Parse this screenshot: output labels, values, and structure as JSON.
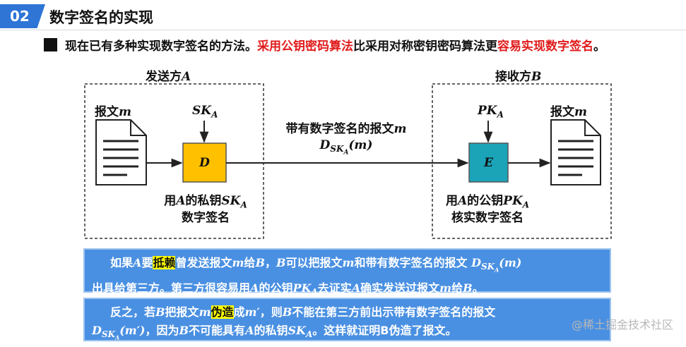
{
  "header": {
    "number": "02",
    "title": "数字签名的实现"
  },
  "intro": {
    "part1": "现在已有多种实现数字签名的方法。",
    "part2_red": "采用公钥密码算法",
    "part3": "比采用对称密钥密码算法更",
    "part4_red": "容易实现数字签名",
    "part5": "。"
  },
  "sender": {
    "title": "发送方",
    "title_var": "A",
    "doc_label": "报文",
    "doc_var": "m",
    "key_label": "SK",
    "key_sub": "A",
    "box_letter": "D",
    "caption1_a": "用",
    "caption1_var": "A",
    "caption1_b": "的私钥",
    "caption1_key": "SK",
    "caption1_sub": "A",
    "caption2": "数字签名"
  },
  "channel": {
    "label": "带有数字签名的报文",
    "label_var": "m",
    "formula_main": "D",
    "formula_sub": "SK",
    "formula_subsub": "A",
    "formula_arg": "(m)"
  },
  "receiver": {
    "title": "接收方",
    "title_var": "B",
    "doc_label": "报文",
    "doc_var": "m",
    "key_label": "PK",
    "key_sub": "A",
    "box_letter": "E",
    "caption1_a": "用",
    "caption1_var": "A",
    "caption1_b": "的公钥",
    "caption1_key": "PK",
    "caption1_sub": "A",
    "caption2": "核实数字签名"
  },
  "note1": {
    "t1": "如果",
    "v1": "A",
    "t2": "要",
    "hl": "抵赖",
    "t3": "曾发送报文",
    "v2": "m",
    "t4": "给",
    "v3": "B",
    "t5": "，",
    "v4": "B",
    "t6": "可以把报文",
    "v5": "m",
    "t7": "和带有数字签名的报文",
    "f_main": "D",
    "f_sub": "SK",
    "f_subsub": "A",
    "f_arg": "(m)",
    "t8": "出具给第三方。第三方很容易用",
    "v6": "A",
    "t9": "的公钥",
    "k1": "PK",
    "k1_sub": "A",
    "t10": "去证实",
    "v7": "A",
    "t11": "确实发送过报文",
    "v8": "m",
    "t12": "给",
    "v9": "B",
    "t13": "。"
  },
  "note2": {
    "t1": "反之，若",
    "v1": "B",
    "t2": "把报文",
    "v2": "m",
    "hl": "伪造",
    "t3": "成",
    "v3": "m′",
    "t4": "，则",
    "v4": "B",
    "t5": "不能在第三方前出示带有数字签名的报文",
    "f_main": "D",
    "f_sub": "SK",
    "f_subsub": "A",
    "f_arg": "(m′)",
    "t6": "，因为",
    "v5": "B",
    "t7": "不可能具有",
    "v6": "A",
    "t8": "的私钥",
    "k1": "SK",
    "k1_sub": "A",
    "t9": "。这样就证明B伪造了报文。"
  },
  "watermark": "@稀土掘金技术社区",
  "colors": {
    "accent": "#2e75d6",
    "red": "#e01b1b",
    "gold": "#ffc000",
    "teal": "#1ba3b8",
    "note_bg": "#4a90e2",
    "highlight": "#ffff00"
  }
}
